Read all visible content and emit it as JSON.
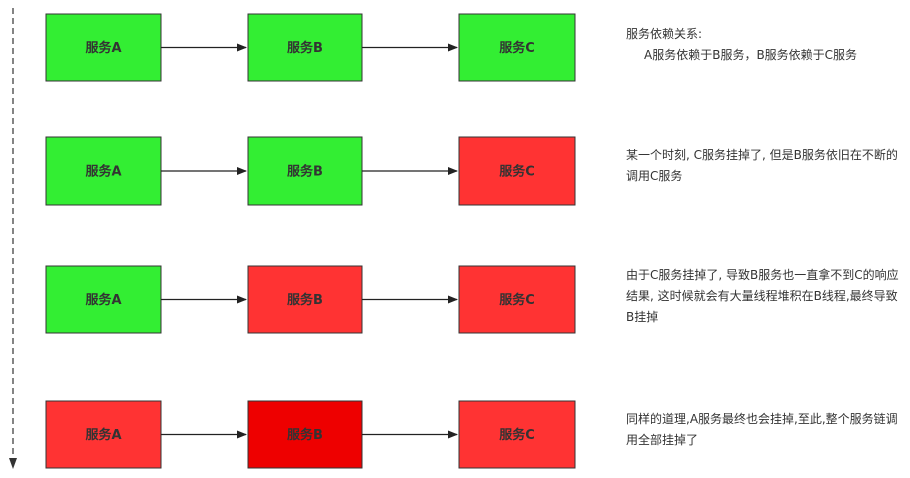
{
  "colors": {
    "healthy": "#33ee33",
    "failing": "#ff3333",
    "failed_dark": "#ee0000",
    "border": "#333333",
    "arrow": "#222222"
  },
  "rows": [
    {
      "nodes": [
        {
          "label": "服务A",
          "state": "healthy"
        },
        {
          "label": "服务B",
          "state": "healthy"
        },
        {
          "label": "服务C",
          "state": "healthy"
        }
      ],
      "description": {
        "title": "服务依赖关系:",
        "body": "A服务依赖于B服务，B服务依赖于C服务"
      }
    },
    {
      "nodes": [
        {
          "label": "服务A",
          "state": "healthy"
        },
        {
          "label": "服务B",
          "state": "healthy"
        },
        {
          "label": "服务C",
          "state": "failing"
        }
      ],
      "description": {
        "text": "某一个时刻, C服务挂掉了, 但是B服务依旧在不断的调用C服务"
      }
    },
    {
      "nodes": [
        {
          "label": "服务A",
          "state": "healthy"
        },
        {
          "label": "服务B",
          "state": "failing"
        },
        {
          "label": "服务C",
          "state": "failing"
        }
      ],
      "description": {
        "text": "由于C服务挂掉了, 导致B服务也一直拿不到C的响应结果, 这时候就会有大量线程堆积在B线程,最终导致B挂掉"
      }
    },
    {
      "nodes": [
        {
          "label": "服务A",
          "state": "failing"
        },
        {
          "label": "服务B",
          "state": "failed_dark"
        },
        {
          "label": "服务C",
          "state": "failing"
        }
      ],
      "description": {
        "text": "同样的道理,A服务最终也会挂掉,至此,整个服务链调用全部挂掉了"
      }
    }
  ]
}
